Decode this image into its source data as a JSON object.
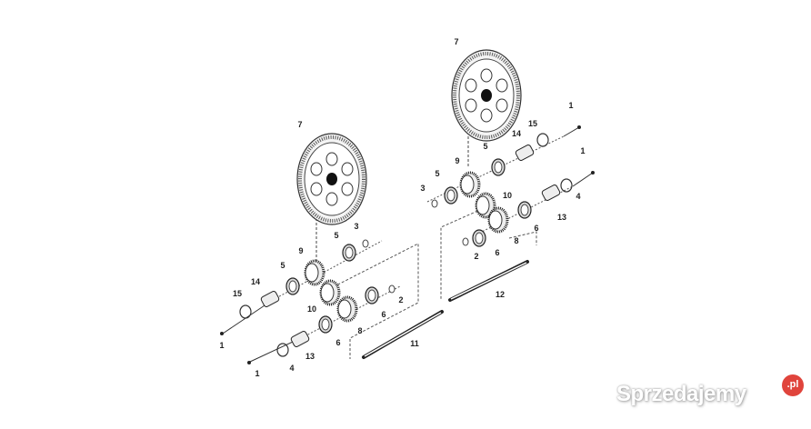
{
  "diagram": {
    "left_labels": [
      "7",
      "3",
      "5",
      "9",
      "5",
      "14",
      "15",
      "1",
      "10",
      "8",
      "6",
      "2",
      "6",
      "13",
      "4",
      "1",
      "11"
    ],
    "right_labels": [
      "7",
      "1",
      "15",
      "14",
      "5",
      "9",
      "5",
      "3",
      "10",
      "13",
      "4",
      "1",
      "6",
      "8",
      "6",
      "2",
      "12"
    ]
  },
  "watermark": {
    "text": "Sprzedajemy",
    "badge": ".pl",
    "badge_color": "#e0443c"
  }
}
